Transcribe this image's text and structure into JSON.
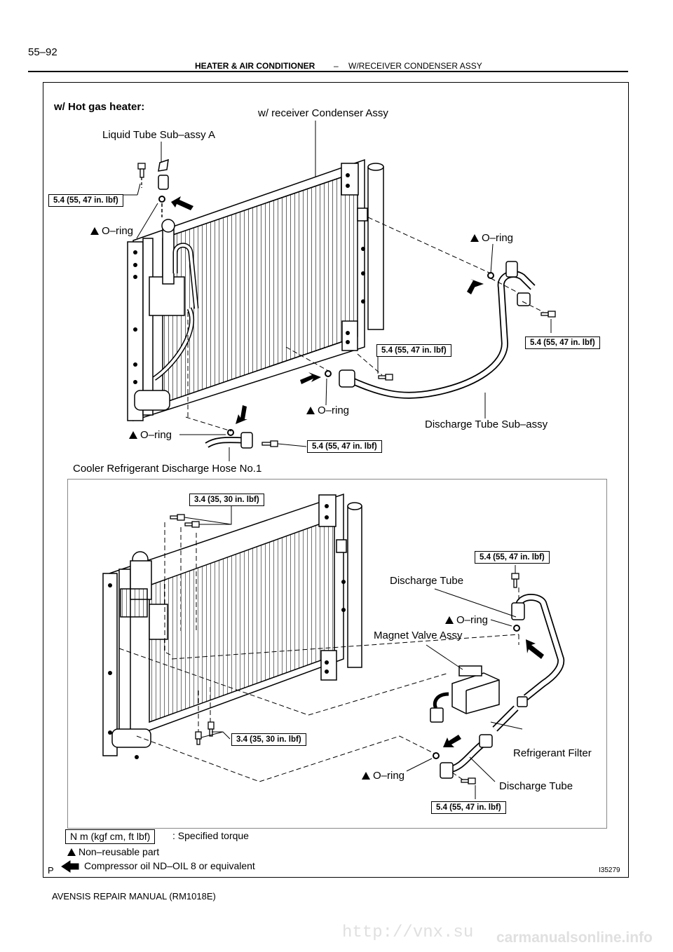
{
  "page_number": "55–92",
  "header": {
    "section": "HEATER & AIR CONDITIONER",
    "separator": "–",
    "subsection": "W/RECEIVER CONDENSER ASSY"
  },
  "figure": {
    "section_title": "w/ Hot gas heater:",
    "figure_id": "I35279",
    "corner_mark": "P",
    "top_labels": {
      "condenser": "w/ receiver Condenser Assy",
      "liquid_tube": "Liquid Tube Sub–assy A",
      "oring_left": "O–ring",
      "oring_right": "O–ring",
      "oring_mid": "O–ring",
      "oring_low": "O–ring",
      "discharge_tube_sub": "Discharge Tube Sub–assy",
      "cooler_hose": "Cooler Refrigerant Discharge Hose No.1"
    },
    "top_torques": {
      "t1": "5.4 (55, 47 in. lbf)",
      "t2": "5.4 (55, 47 in. lbf)",
      "t3": "5.4 (55, 47 in. lbf)",
      "t4": "5.4 (55, 47 in. lbf)"
    },
    "bottom_labels": {
      "discharge_tube_upper": "Discharge Tube",
      "oring_upper": "O–ring",
      "magnet_valve": "Magnet Valve Assy",
      "refrigerant_filter": "Refrigerant Filter",
      "oring_lower": "O–ring",
      "discharge_tube_lower": "Discharge Tube"
    },
    "bottom_torques": {
      "t1": "3.4 (35, 30 in. lbf)",
      "t2": "5.4 (55, 47 in. lbf)",
      "t3": "3.4 (35, 30 in. lbf)",
      "t4": "5.4 (55, 47 in. lbf)"
    },
    "legend": {
      "torque_unit": "N m (kgf cm, ft lbf)",
      "torque_desc": ": Specified torque",
      "nonreusable": "Non–reusable part",
      "oil": "Compressor oil ND–OIL 8 or equivalent"
    }
  },
  "footer": {
    "manual": "AVENSIS REPAIR MANUAL   (RM1018E)",
    "watermark_left": "http://vnx.su",
    "watermark_right": "carmanualsonline.info"
  }
}
